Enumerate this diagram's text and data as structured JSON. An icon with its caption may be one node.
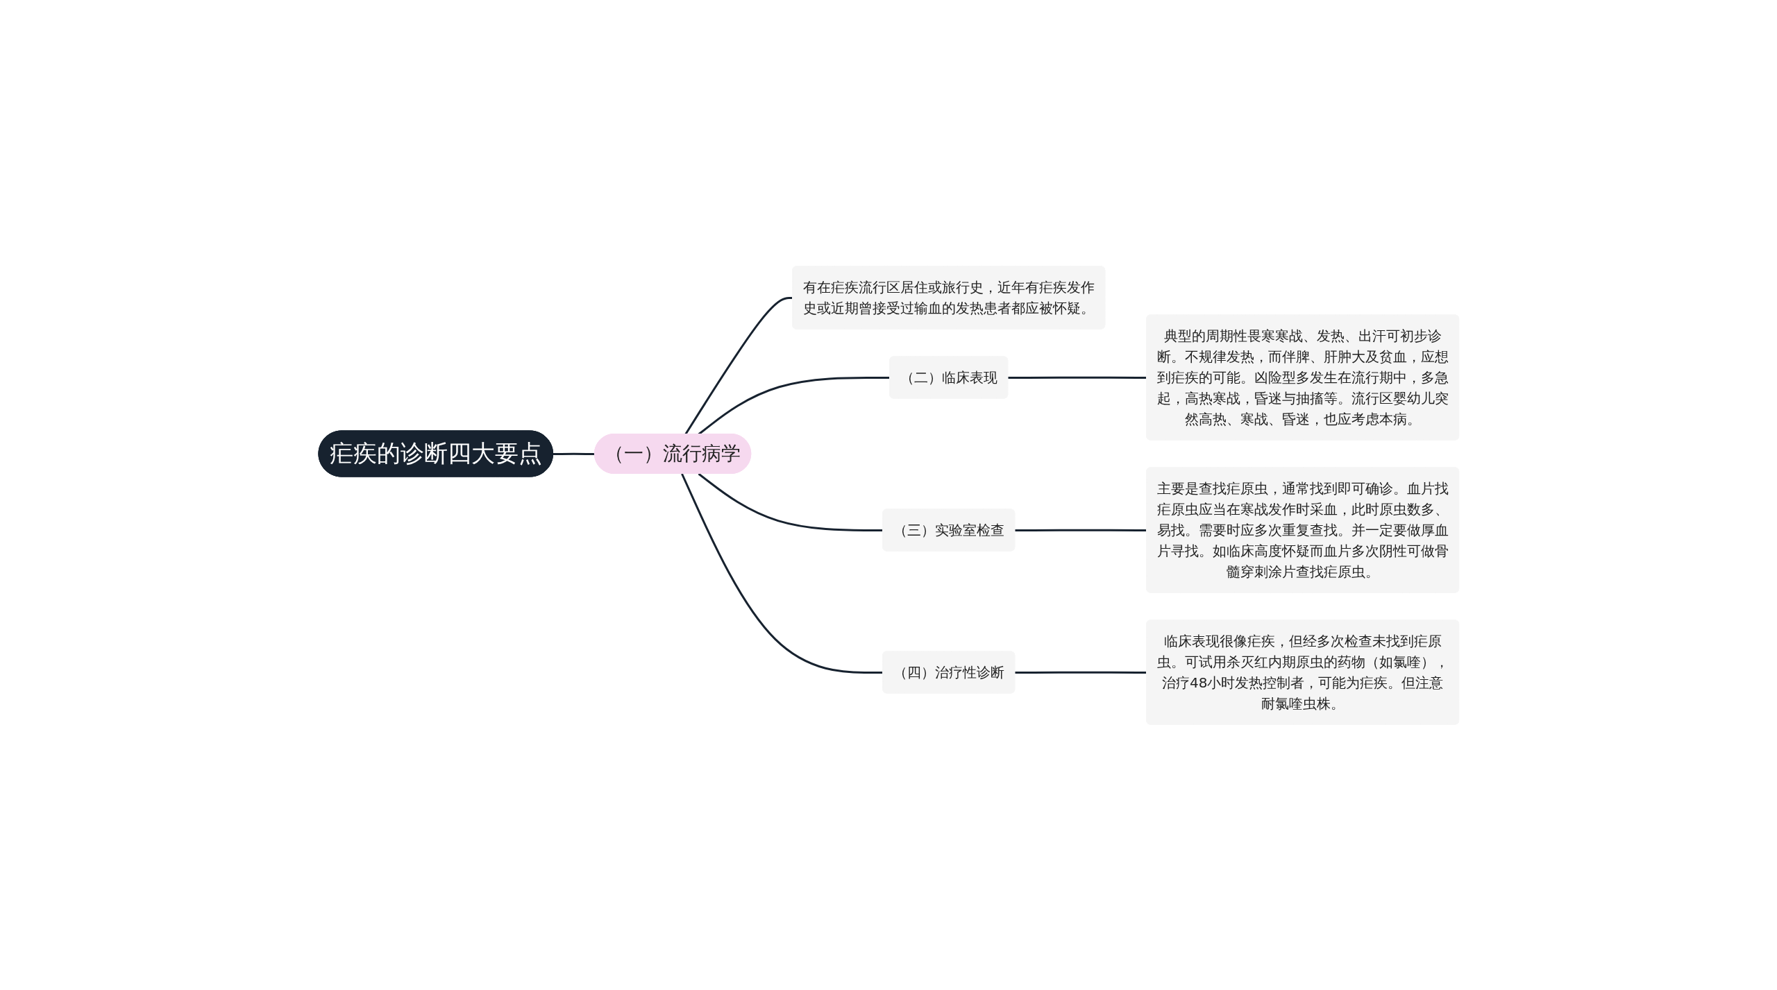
{
  "diagram": {
    "nodes": [
      {
        "text": [
          "疟疾的诊断四大要点"
        ]
      },
      {
        "text": [
          "（一）流行病学"
        ]
      },
      {
        "text": [
          "有在疟疾流行区居住或旅行史，近年有疟疾发作史或近期曾接受过输血的发热患者都应被怀疑。"
        ]
      },
      {
        "text": [
          "（二）临床表现"
        ]
      },
      {
        "text": [
          "典型的周期性畏寒寒战、发热、出汗可初步诊断。不规律发热，而伴脾、肝肿大及贫血，应想到疟疾的可能。凶险型多发生在流行期中，多急起，高热寒战，昏迷与抽搐等。流行区婴幼儿突然高热、寒战、昏迷，也应考虑本病。"
        ]
      },
      {
        "text": [
          "（三）实验室检查"
        ]
      },
      {
        "text": [
          "主要是查找疟原虫，通常找到即可确诊。血片找疟原虫应当在寒战发作时采血，此时原虫数多、易找。需要时应多次重复查找。并一定要做厚血片寻找。如临床高度怀疑而血片多次阴性可做骨髓穿刺涂片查找疟原虫。"
        ]
      },
      {
        "text": [
          "（四）治疗性诊断"
        ]
      },
      {
        "text": [
          "临床表现很像疟疾，但经多次检查未找到疟原虫。可试用杀灭红内期原虫的药物（如氯喹），治疗48小时发热控制者，可能为疟疾。但注意耐氯喹虫株。"
        ]
      }
    ],
    "edges": [
      {
        "from": 0,
        "to": 1,
        "arrow": "none"
      },
      {
        "from": 1,
        "to": 2,
        "arrow": "none"
      },
      {
        "from": 1,
        "to": 3,
        "arrow": "none"
      },
      {
        "from": 3,
        "to": 4,
        "arrow": "none"
      },
      {
        "from": 1,
        "to": 5,
        "arrow": "none"
      },
      {
        "from": 5,
        "to": 6,
        "arrow": "none"
      },
      {
        "from": 1,
        "to": 7,
        "arrow": "none"
      },
      {
        "from": 7,
        "to": 8,
        "arrow": "none"
      }
    ]
  }
}
